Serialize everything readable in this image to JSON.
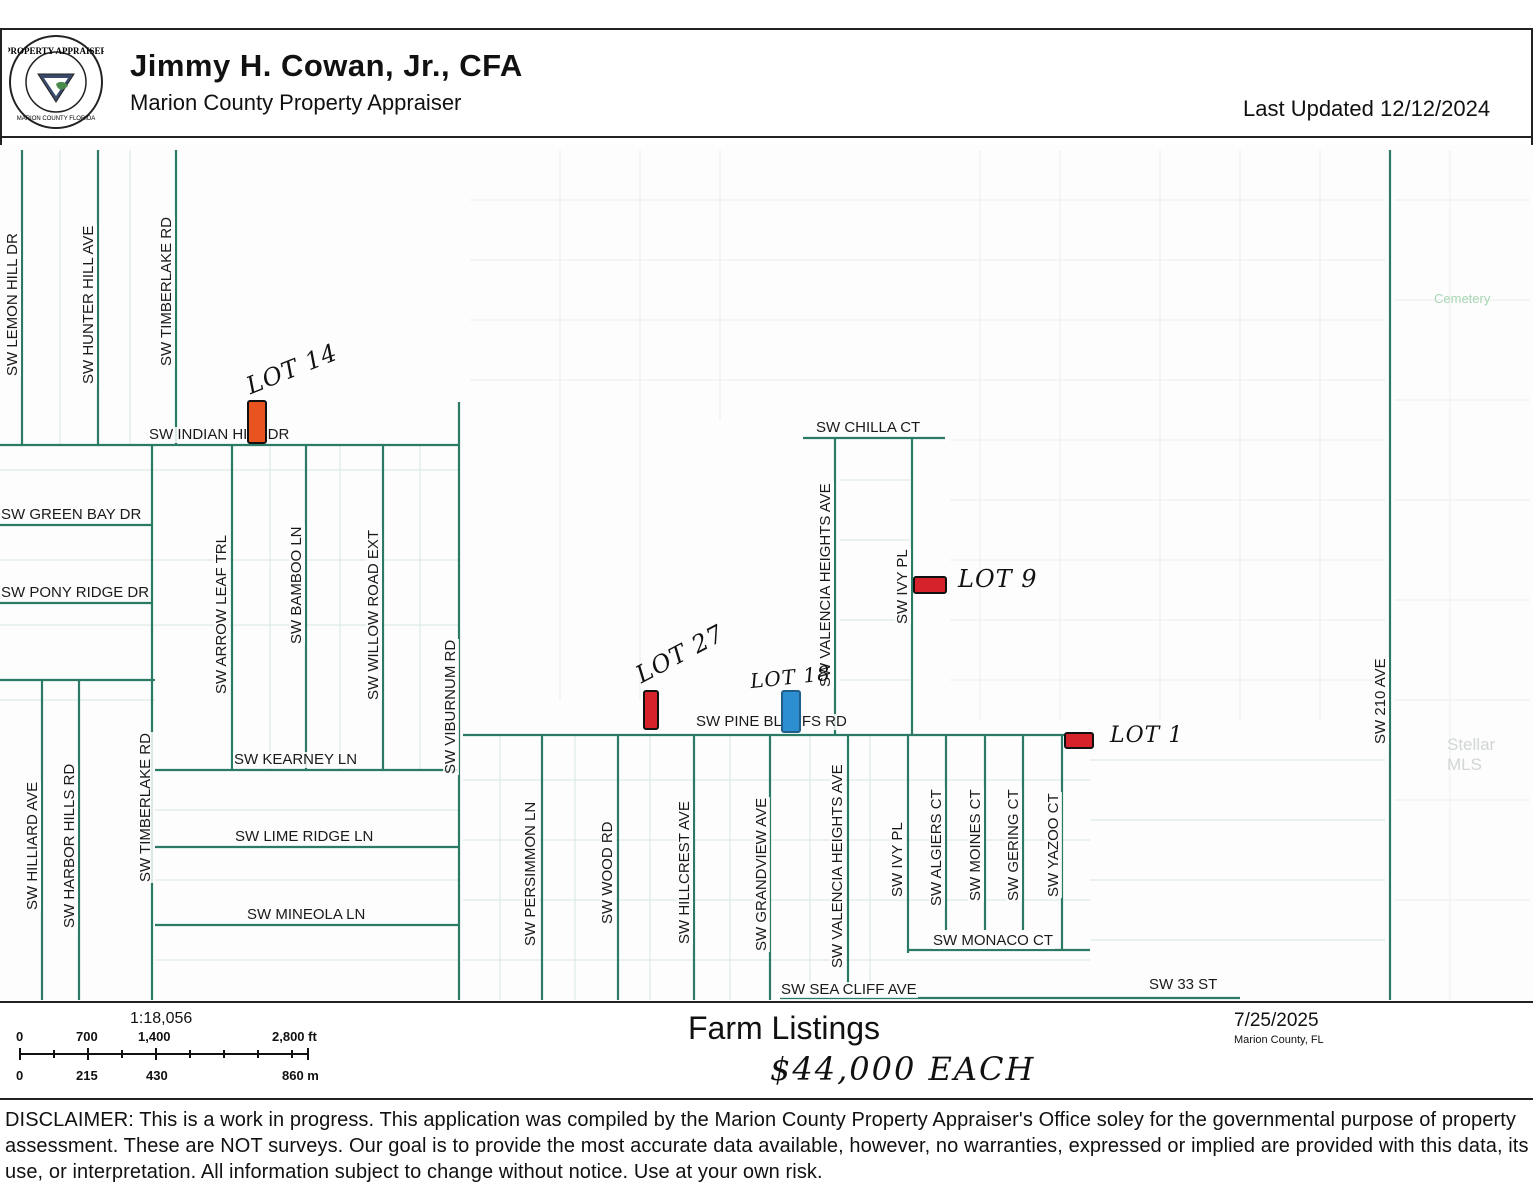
{
  "header": {
    "seal_text": "PROPERTY APPRAISER",
    "seal_subtext": "MARION COUNTY FLORIDA",
    "name": "Jimmy H. Cowan, Jr., CFA",
    "subtitle": "Marion County Property Appraiser",
    "last_updated": "Last Updated 12/12/2024"
  },
  "map": {
    "cemetery_label": "Cemetery",
    "watermark": "Stellar MLS",
    "colors": {
      "road": "#2a7a66",
      "lot_red": "#d6222a",
      "lot_orange": "#e8531f",
      "lot_blue": "#2e8fd0"
    },
    "streets": {
      "lemon_hill": "SW LEMON HILL DR",
      "hunter_hill": "SW HUNTER HILL AVE",
      "timberlake_top": "SW TIMBERLAKE RD",
      "indian_hill": "SW INDIAN HILL DR",
      "green_bay": "SW GREEN BAY DR",
      "pony_ridge": "SW PONY RIDGE DR",
      "arrow_leaf": "SW ARROW LEAF TRL",
      "bamboo": "SW BAMBOO LN",
      "willow_road": "SW WILLOW ROAD EXT",
      "viburnum": "SW VIBURNUM RD",
      "kearney": "SW KEARNEY LN",
      "lime_ridge": "SW LIME RIDGE LN",
      "mineola": "SW MINEOLA LN",
      "hilliard": "SW HILLIARD AVE",
      "harbor_hills": "SW HARBOR HILLS RD",
      "timberlake_bottom": "SW TIMBERLAKE RD",
      "chilla": "SW CHILLA CT",
      "valencia_top": "SW VALENCIA HEIGHTS AVE",
      "ivy_top": "SW IVY PL",
      "pine_bluffs": "SW PINE BLUFFS RD",
      "persimmon": "SW PERSIMMON LN",
      "wood": "SW WOOD RD",
      "hillcrest": "SW HILLCREST AVE",
      "grandview": "SW GRANDVIEW AVE",
      "valencia_bottom": "SW VALENCIA HEIGHTS AVE",
      "ivy_bottom": "SW IVY PL",
      "algiers": "SW ALGIERS CT",
      "moines": "SW MOINES CT",
      "gering": "SW GERING CT",
      "yazoo": "SW YAZOO CT",
      "monaco": "SW MONACO CT",
      "sea_cliff": "SW SEA CLIFF AVE",
      "st33": "SW 33 ST",
      "ave210": "SW 210 AVE"
    },
    "lots": {
      "lot14": "LOT 14",
      "lot27": "LOT 27",
      "lot18": "LOT 18",
      "lot9": "LOT 9",
      "lot1": "LOT 1"
    }
  },
  "scale": {
    "ratio": "1:18,056",
    "ft_ticks": [
      "0",
      "700",
      "1,400",
      "2,800 ft"
    ],
    "m_ticks": [
      "0",
      "215",
      "430",
      "860 m"
    ]
  },
  "footer": {
    "title": "Farm Listings",
    "price": "$44,000 EACH",
    "date": "7/25/2025",
    "county": "Marion County, FL"
  },
  "disclaimer": "DISCLAIMER: This is a work in progress. This application was compiled by the Marion County Property Appraiser's Office soley for the governmental purpose of property assessment. These are NOT surveys. Our goal is to provide the most accurate data available, however, no warranties, expressed or implied are provided with this data, its use, or interpretation. All information subject to change without notice. Use at your own risk."
}
